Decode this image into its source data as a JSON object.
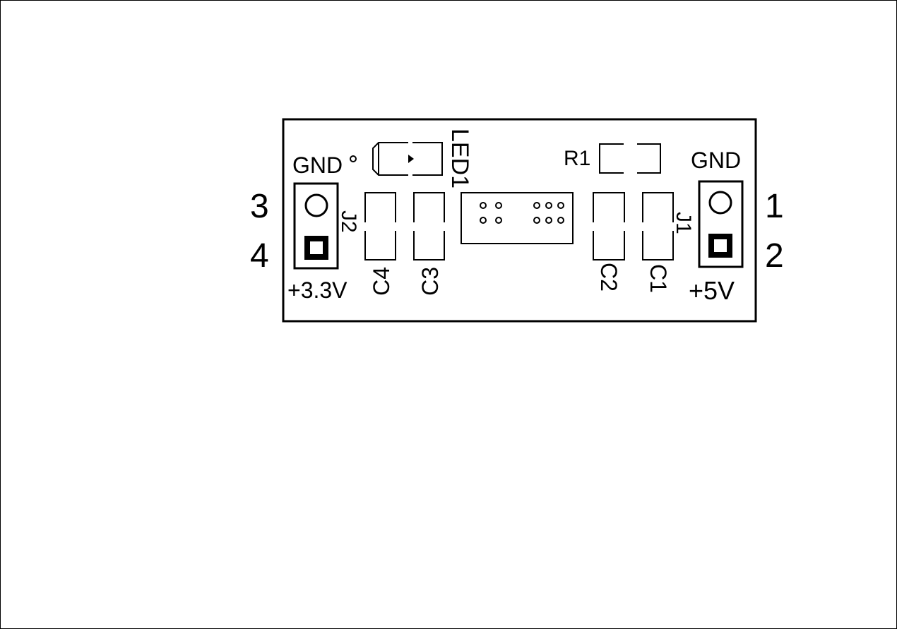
{
  "board": {
    "labels": {
      "gnd_left": "GND",
      "gnd_right": "GND",
      "v33": "+3.3V",
      "v5": "+5V",
      "led1": "LED1",
      "r1": "R1",
      "j1": "J1",
      "j2": "J2",
      "c1": "C1",
      "c2": "C2",
      "c3": "C3",
      "c4": "C4"
    },
    "pins": {
      "p1": "1",
      "p2": "2",
      "p3": "3",
      "p4": "4"
    }
  }
}
